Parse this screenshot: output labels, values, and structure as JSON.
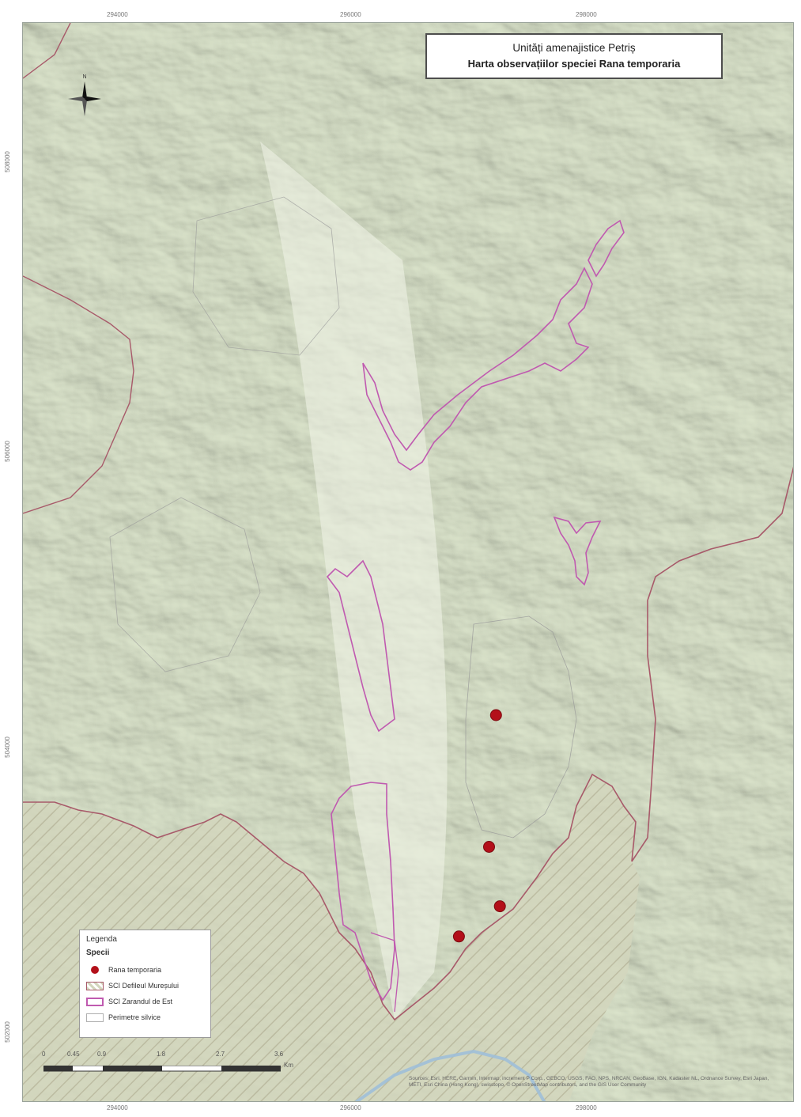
{
  "map": {
    "title_line1": "Unități amenajistice Petriș",
    "title_line2": "Harta observațiilor speciei Rana temporaria",
    "north_label": "N",
    "colors": {
      "terrain": "#dfe8cf",
      "terrain_shade": "#c9d4b8",
      "sci_border": "#a85a6a",
      "sci_zone_outline": "#c05ab0",
      "observation": "#b3101a",
      "hatch": "#b9b79c"
    }
  },
  "legend": {
    "title": "Legenda",
    "section": "Specii",
    "items": [
      {
        "label": "Rana temporaria",
        "symbol": "red-dot"
      },
      {
        "label": "SCI Defileul Mureșului",
        "symbol": "hatched-area"
      },
      {
        "label": "SCI Zarandul de Est",
        "symbol": "magenta-outline"
      },
      {
        "label": "Perimetre silvice",
        "symbol": "grey-outline"
      }
    ]
  },
  "grid_ticks": {
    "top": [
      "294000",
      "296000",
      "298000"
    ],
    "bottom": [
      "294000",
      "296000",
      "298000"
    ],
    "left": [
      "508000",
      "506000",
      "504000",
      "502000"
    ]
  },
  "scale": {
    "labels": [
      "0",
      "0.45",
      "0.9",
      "1.8",
      "2.7",
      "3.6"
    ],
    "unit": "Km"
  },
  "observations": [
    {
      "name": "Rana temporaria",
      "lat_rel": 0.641,
      "lon_rel": 0.613
    },
    {
      "name": "Rana temporaria",
      "lat_rel": 0.763,
      "lon_rel": 0.604
    },
    {
      "name": "Rana temporaria",
      "lat_rel": 0.818,
      "lon_rel": 0.618
    },
    {
      "name": "Rana temporaria",
      "lat_rel": 0.846,
      "lon_rel": 0.565
    }
  ],
  "attribution": "Sources: Esri, HERE, Garmin, Intermap, increment P Corp., GEBCO, USGS, FAO, NPS, NRCAN, GeoBase, IGN, Kadaster NL, Ordnance Survey, Esri Japan, METI, Esri China (Hong Kong), swisstopo, © OpenStreetMap contributors, and the GIS User Community"
}
